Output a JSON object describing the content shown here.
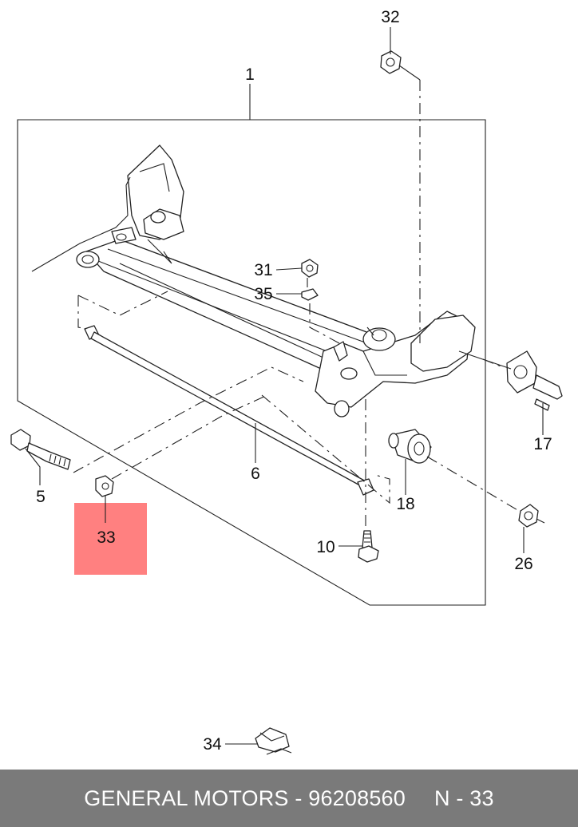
{
  "diagram": {
    "highlight_color": "#ff8080",
    "callouts": {
      "p1": "1",
      "p5": "5",
      "p6": "6",
      "p10": "10",
      "p17": "17",
      "p18": "18",
      "p26": "26",
      "p31": "31",
      "p32": "32",
      "p33": "33",
      "p34": "34",
      "p35": "35"
    }
  },
  "footer": {
    "brand_part": "GENERAL MOTORS - 96208560",
    "page_ref": "N - 33",
    "background": "#7a7a7a"
  }
}
